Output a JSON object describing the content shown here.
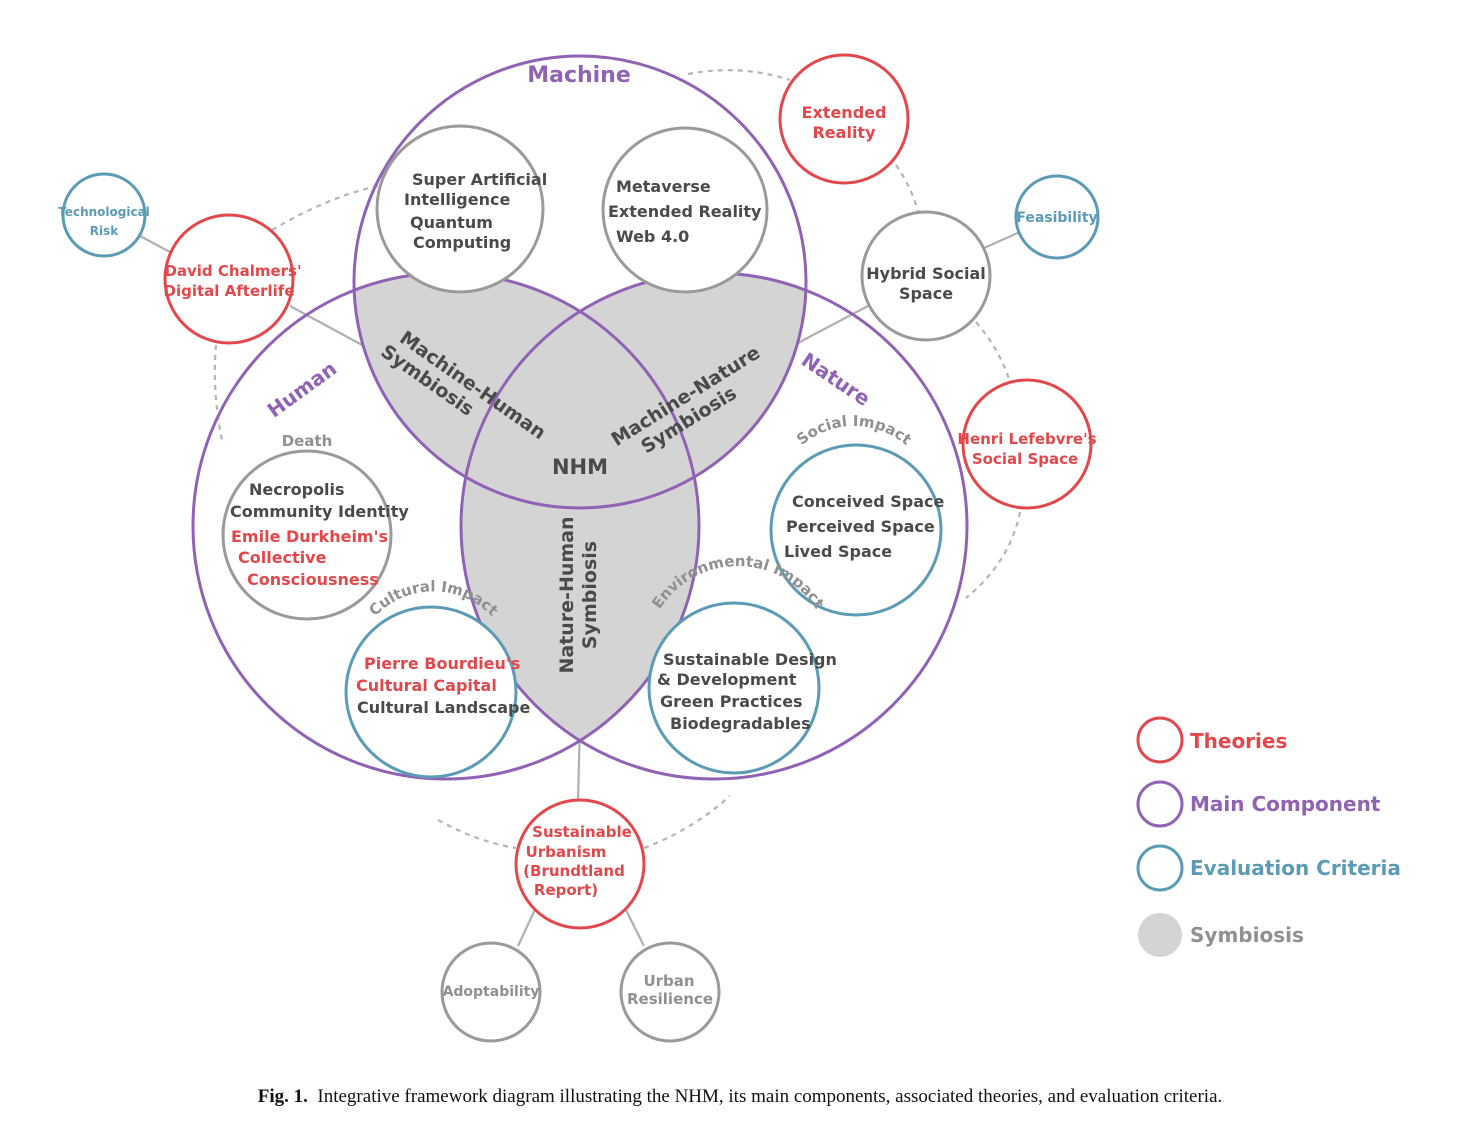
{
  "components": {
    "machine": "Machine",
    "human": "Human",
    "nature": "Nature",
    "nhm": "NHM"
  },
  "symbiosis": {
    "machine_human": [
      "Machine-Human",
      "Symbiosis"
    ],
    "machine_nature": [
      "Machine-Nature",
      "Symbiosis"
    ],
    "nature_human": [
      "Nature-Human",
      "Symbiosis"
    ]
  },
  "machine_circles": {
    "left": [
      "Super Artificial",
      "Intelligence",
      "Quantum",
      "Computing"
    ],
    "right": [
      "Metaverse",
      "Extended Reality",
      "Web 4.0"
    ]
  },
  "human_circles": {
    "death_label": "Death",
    "death_dark": [
      "Necropolis",
      "Community Identity"
    ],
    "death_red": [
      "Emile Durkheim's",
      "Collective",
      "Consciousness"
    ],
    "cultural_label": "Cultural Impact",
    "cultural_red": [
      "Pierre Bourdieu's",
      "Cultural Capital"
    ],
    "cultural_dark": [
      "Cultural Landscape"
    ]
  },
  "nature_circles": {
    "social_label": "Social Impact",
    "social": [
      "Conceived Space",
      "Perceived Space",
      "Lived Space"
    ],
    "environmental_label": "Environmental Impact",
    "environmental": [
      "Sustainable Design",
      "& Development",
      "Green Practices",
      "Biodegradables"
    ]
  },
  "outer_nodes": {
    "extended_reality": [
      "Extended",
      "Reality"
    ],
    "technological_risk": [
      "Technological",
      "Risk"
    ],
    "david_chalmers": [
      "David Chalmers'",
      "Digital Afterlife"
    ],
    "feasibility": [
      "Feasibility"
    ],
    "hybrid_social_space": [
      "Hybrid Social",
      "Space"
    ],
    "henri_lefebvre": [
      "Henri Lefebvre's",
      "Social Space"
    ],
    "sustainable_urbanism": [
      "Sustainable",
      "Urbanism",
      "(Brundtland",
      "Report)"
    ],
    "adoptability": [
      "Adoptability"
    ],
    "urban_resilience": [
      "Urban",
      "Resilience"
    ]
  },
  "legend": {
    "theories": "Theories",
    "main_component": "Main Component",
    "evaluation_criteria": "Evaluation Criteria",
    "symbiosis": "Symbiosis"
  },
  "colors": {
    "theories": "#e2474b",
    "main_component": "#8f62b3",
    "evaluation_criteria": "#5b9bb5",
    "symbiosis": "#d4d4d4",
    "neutral": "#9a9a9a"
  },
  "caption": {
    "label": "Fig. 1.",
    "text": "Integrative framework diagram illustrating the NHM, its main components, associated theories, and evaluation criteria."
  }
}
